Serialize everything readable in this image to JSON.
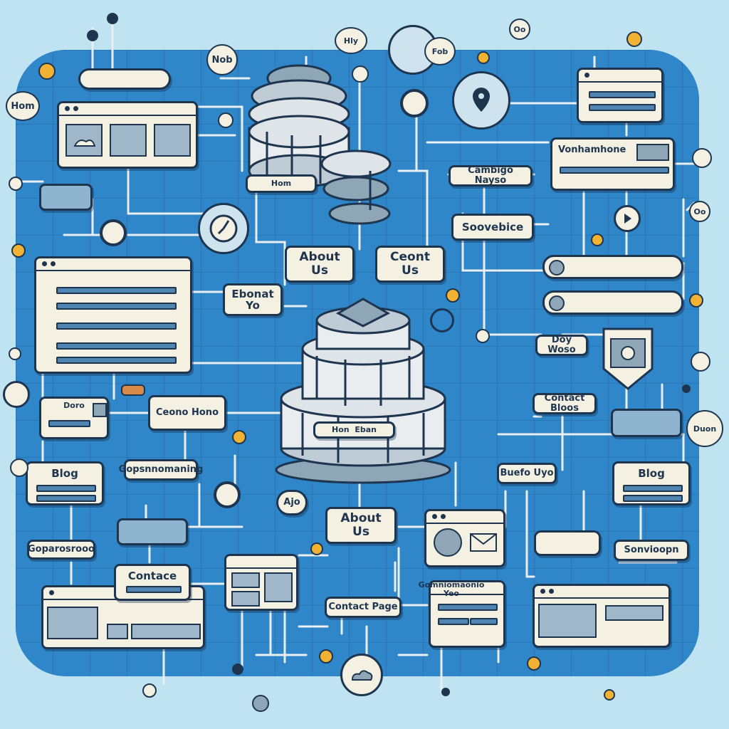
{
  "labels": {
    "about_us_1": "About\nUs",
    "contact_us_1": "Ceont\nUs",
    "about_you": "Ebonat\nYo",
    "about_us_2": "About\nUs",
    "camping_page": "Cambigo Nayso",
    "service": "Soovebice",
    "contact_page": "Contact Page",
    "contact_home": "Ceono Hono",
    "contact_blocs": "Contact Bloos",
    "page_up": "Buefo Uyo",
    "blog_left": "Blog",
    "blog_right": "Blog",
    "programming": "Gopsnnomaning",
    "programmes": "Goparosrooo",
    "contact_box": "Contace",
    "services": "Sonvioopn",
    "day_page": "Doy Woso",
    "ajo": "Ajo",
    "vonhome": "Vonhamhone",
    "home_ribbon_top": "Hom",
    "home_ribbon_mid": "Hon",
    "home_ribbon_mid2": "Eban",
    "small_caption": "Gomniomaonio Yeo",
    "tag_ab": "Doro"
  },
  "bubbles": {
    "hom": "Hom",
    "nob": "Nob",
    "hly": "Hly",
    "fob": "Fob",
    "tag1": "Oo",
    "tag2": "Oo",
    "duon": "Duon"
  },
  "colors": {
    "board": "#2f86c8",
    "background": "#bfe3f0",
    "paper": "#f4f0e2",
    "ink": "#1e3550",
    "accent": "#f2b233",
    "disc": "#8fa6b6"
  },
  "icons": [
    "cloud-icon",
    "map-pin-icon",
    "play-icon",
    "mail-icon",
    "image-icon",
    "shield-icon",
    "globe-icon"
  ]
}
